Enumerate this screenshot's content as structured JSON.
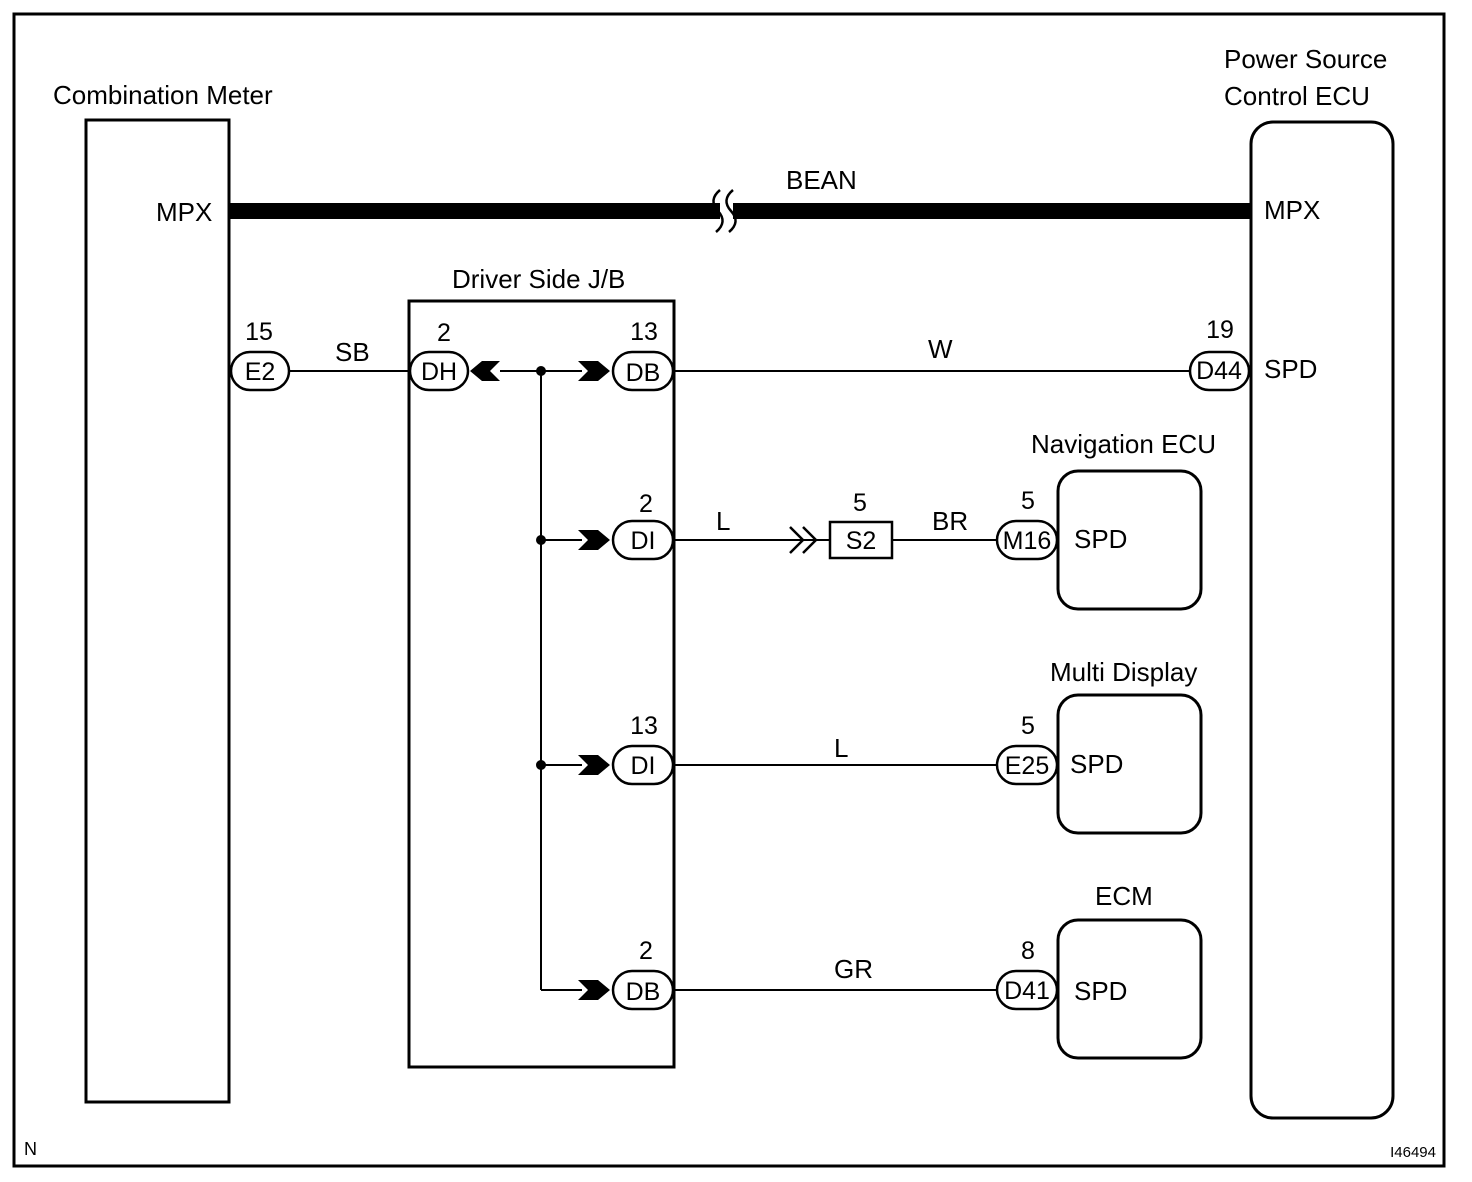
{
  "components": {
    "combination_meter": "Combination Meter",
    "power_source_ecu_line1": "Power Source",
    "power_source_ecu_line2": "Control ECU",
    "driver_side_jb": "Driver Side J/B",
    "navigation_ecu": "Navigation ECU",
    "multi_display": "Multi Display",
    "ecm": "ECM"
  },
  "bus": {
    "name": "BEAN",
    "left_terminal": "MPX",
    "right_terminal": "MPX"
  },
  "connectors": {
    "e2": {
      "id": "E2",
      "pin": "15"
    },
    "dh": {
      "id": "DH",
      "pin": "2"
    },
    "db_top": {
      "id": "DB",
      "pin": "13"
    },
    "d44": {
      "id": "D44",
      "pin": "19"
    },
    "di_upper": {
      "id": "DI",
      "pin": "2"
    },
    "s2": {
      "id": "S2",
      "pin": "5"
    },
    "m16": {
      "id": "M16",
      "pin": "5"
    },
    "di_lower": {
      "id": "DI",
      "pin": "13"
    },
    "e25": {
      "id": "E25",
      "pin": "5"
    },
    "db_bottom": {
      "id": "DB",
      "pin": "2"
    },
    "d41": {
      "id": "D41",
      "pin": "8"
    }
  },
  "wires": {
    "sb": "SB",
    "w": "W",
    "l_upper": "L",
    "br": "BR",
    "l_lower": "L",
    "gr": "GR"
  },
  "terminals": {
    "ps_spd": "SPD",
    "nav_spd": "SPD",
    "md_spd": "SPD",
    "ecm_spd": "SPD"
  },
  "footer": {
    "left": "N",
    "right": "I46494"
  }
}
